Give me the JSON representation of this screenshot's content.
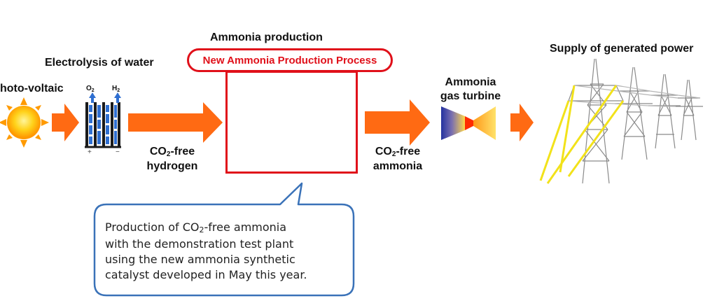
{
  "title": "Ammonia production",
  "stages": {
    "photovoltaic": "hoto-voltaic",
    "electrolysis": "Electrolysis of water",
    "hydrogen": [
      "CO",
      "2",
      "-free",
      "hydrogen"
    ],
    "process_pill": "New Ammonia Production Process",
    "ammonia_out": [
      "CO",
      "2",
      "-free",
      "ammonia"
    ],
    "turbine": [
      "Ammonia",
      "gas turbine"
    ],
    "power": "Supply of generated power"
  },
  "electrodes": {
    "o2": [
      "O",
      "2"
    ],
    "h2": [
      "H",
      "2"
    ],
    "plus": "+",
    "minus": "−"
  },
  "callout": {
    "line1a": "Production of CO",
    "line1sub": "2",
    "line1b": "-free ammonia",
    "line2": "with the demonstration test plant",
    "line3": "using the new ammonia synthetic",
    "line4": "catalyst developed in May this year."
  },
  "colors": {
    "arrow": "#ff6a13",
    "highlight": "#e0101a",
    "callout_border": "#3a72b8",
    "sun": "#ffb300",
    "tower": "#7a7a7a",
    "power_line": "#f2e21a"
  }
}
